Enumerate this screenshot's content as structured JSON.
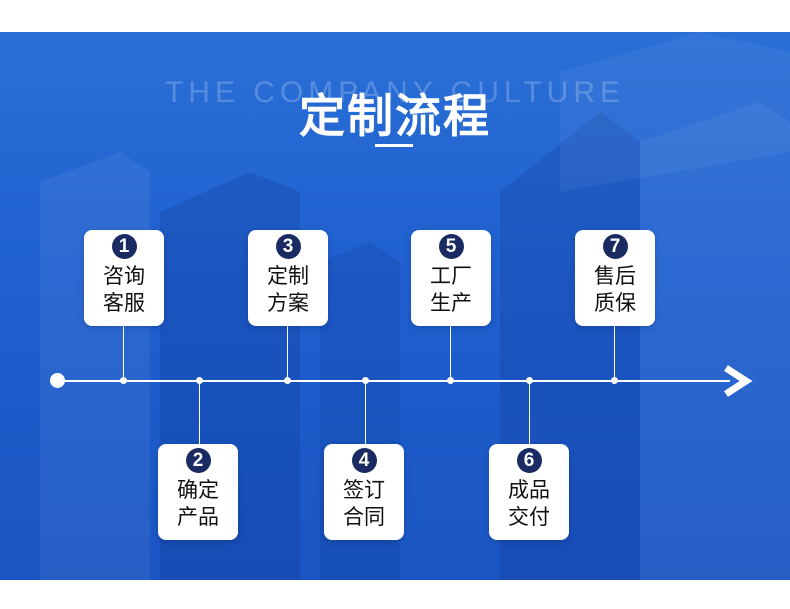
{
  "header": {
    "bg_text": "THE COMPANY CULTURE",
    "title": "定制流程"
  },
  "steps": [
    {
      "num": "1",
      "line1": "咨询",
      "line2": "客服"
    },
    {
      "num": "2",
      "line1": "确定",
      "line2": "产品"
    },
    {
      "num": "3",
      "line1": "定制",
      "line2": "方案"
    },
    {
      "num": "4",
      "line1": "签订",
      "line2": "合同"
    },
    {
      "num": "5",
      "line1": "工厂",
      "line2": "生产"
    },
    {
      "num": "6",
      "line1": "成品",
      "line2": "交付"
    },
    {
      "num": "7",
      "line1": "售后",
      "line2": "质保"
    }
  ],
  "colors": {
    "background": "#1f5fcf",
    "number_circle": "#1a2b63",
    "card": "#ffffff"
  }
}
